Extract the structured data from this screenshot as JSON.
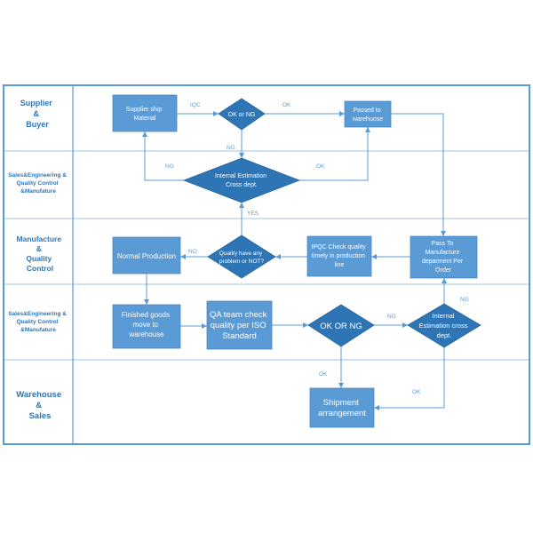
{
  "colors": {
    "box": "#5b9bd5",
    "decision": "#2e75b6",
    "lane_text": "#2e75b6",
    "line": "#5b9bd5",
    "edge_label": "#5b9bd5",
    "frame": "#5b9bd5",
    "lane_divider": "#9dc3e6"
  },
  "lanes": [
    [
      "Supplier",
      "&",
      "Buyer"
    ],
    [
      "Sales&Engineering &",
      "Quality Control",
      "&Manufature"
    ],
    [
      "Manufacture",
      "&",
      "Quality",
      "Control"
    ],
    [
      "Sales&Engineering &",
      "Quality Control",
      "&Manufature"
    ],
    [
      "Warehouse",
      "&",
      "Sales"
    ]
  ],
  "nodes": {
    "supplier_ship": [
      "Supplier ship",
      "Material"
    ],
    "iqc_decision": [
      "OK or NG"
    ],
    "passed_to_warehouse": [
      "Passed to",
      "warehuose"
    ],
    "internal_estimation_top": [
      "Internal Estimation",
      "Cross dept."
    ],
    "pass_to_manufacture": [
      "Pass To",
      "Manufacture",
      "deparment Per",
      "Order"
    ],
    "ipqc_check": [
      "IPQC Check quality",
      "timely in production",
      "line"
    ],
    "quality_decision": [
      "Quality have any",
      "problem or NOT?"
    ],
    "normal_production": [
      "Normal Production"
    ],
    "finished_goods": [
      "Finished goods",
      "move to",
      "warehouse"
    ],
    "qa_check": [
      "QA team check",
      "quality per ISO",
      "Standard"
    ],
    "ok_or_ng_final": [
      "OK OR NG"
    ],
    "internal_estimation_bottom": [
      "Internal",
      "Estimation cross",
      "dept."
    ],
    "shipment": [
      "Shipment",
      "arrangement"
    ]
  },
  "edge_labels": {
    "iqc": "IQC",
    "ok_passed": "OK",
    "ng_to_estimation": "NG",
    "ng_to_supplier": "NG",
    "ok_to_warehouse": "OK",
    "yes": "YES",
    "no": "NO",
    "ng_to_cross_dept": "NG",
    "ng_to_manufacture": "NG",
    "ok_to_shipment": "OK",
    "ok_cross_to_shipment": "OK"
  }
}
